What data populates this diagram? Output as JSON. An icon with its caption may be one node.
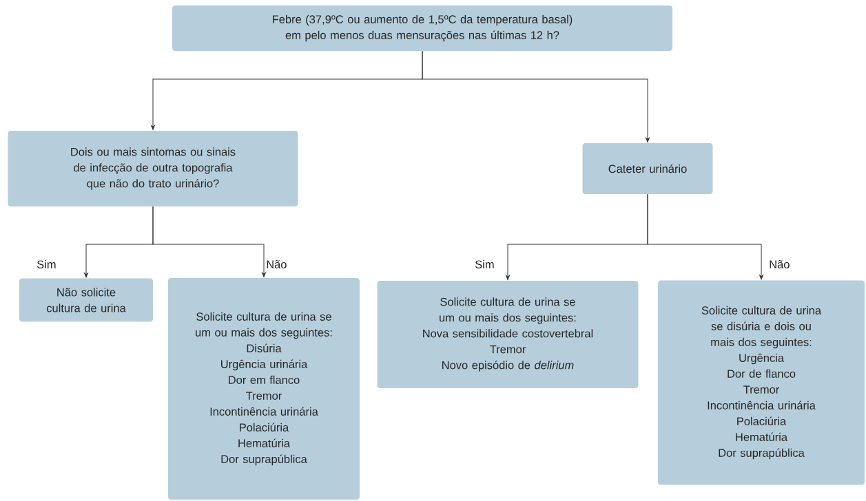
{
  "diagram": {
    "nodes": [
      {
        "text": [
          "Febre (37,9ºC ou aumento de 1,5ºC da temperatura basal) em pelo menos duas mensurações nas últimas 12 h?"
        ]
      },
      {
        "text": [
          "Dois ou mais sintomas ou sinais de infecção de outra topografia que não do trato urinário?"
        ]
      },
      {
        "text": [
          "Cateter urinário"
        ]
      },
      {
        "text": [
          "Não solicite cultura de urina"
        ]
      },
      {
        "text": [
          "Solicite cultura de urina se um ou mais dos seguintes:",
          "Disúria",
          "Urgência urinária",
          "Dor em flanco",
          "Tremor",
          "Incontinência urinária",
          "Polaciúria",
          "Hematúria",
          "Dor suprapública"
        ]
      },
      {
        "text": [
          "Solicite cultura de urina se um ou mais dos seguintes:",
          "Nova sensibilidade costovertebral",
          "Tremor",
          "Novo episódio de *delirium*"
        ]
      },
      {
        "text": [
          "Solicite cultura de urina se disúria e dois ou mais dos seguintes:",
          "Urgência",
          "Dor de flanco",
          "Tremor",
          "Incontinência urinária",
          "Polaciúria",
          "Hematúria",
          "Dor suprapública"
        ]
      }
    ],
    "edges": [
      {
        "from": 0,
        "to": 1,
        "arrow": "to"
      },
      {
        "from": 0,
        "to": 2,
        "arrow": "to"
      },
      {
        "from": 1,
        "to": 3,
        "arrow": "to",
        "label": "Sim"
      },
      {
        "from": 1,
        "to": 4,
        "arrow": "to",
        "label": "Não"
      },
      {
        "from": 2,
        "to": 5,
        "arrow": "to",
        "label": "Sim"
      },
      {
        "from": 2,
        "to": 6,
        "arrow": "to",
        "label": "Não"
      }
    ]
  }
}
